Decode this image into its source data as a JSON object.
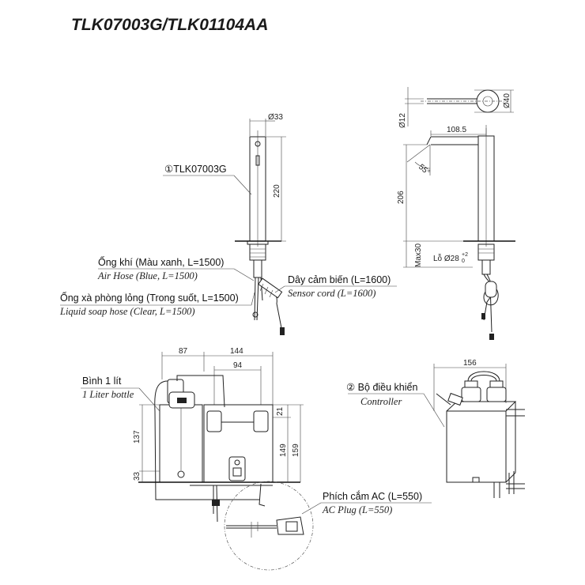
{
  "title": "TLK07003G/TLK01104AA",
  "faucet": {
    "model_label": "①TLK07003G",
    "dia_top": "Ø33",
    "height": "220"
  },
  "side": {
    "dia_head": "Ø40",
    "dia_spout": "Ø12",
    "reach": "108.5",
    "angle": "55°",
    "height": "206",
    "max_thickness": "Max30",
    "hole": "Lỗ Ø28",
    "hole_tol_plus": "+2",
    "hole_tol_minus": "0"
  },
  "hoses": {
    "air_vi": "Ống khí (Màu xanh, L=1500)",
    "air_en": "Air Hose (Blue, L=1500)",
    "soap_vi": "Ống xà phòng lỏng (Trong suốt, L=1500)",
    "soap_en": "Liquid soap hose (Clear, L=1500)",
    "sensor_vi": "Dây cảm biến (L=1600)",
    "sensor_en": "Sensor cord (L=1600)"
  },
  "bottle": {
    "vi": "Bình 1 lít",
    "en": "1 Liter bottle",
    "dim_87": "87",
    "dim_144": "144",
    "dim_94": "94",
    "dim_21": "21",
    "dim_137": "137",
    "dim_33": "33",
    "dim_149": "149",
    "dim_159": "159"
  },
  "controller": {
    "vi": "② Bộ điều khiển",
    "en": "Controller",
    "width": "156"
  },
  "plug": {
    "vi": "Phích cắm AC (L=550)",
    "en": "AC Plug (L=550)"
  }
}
